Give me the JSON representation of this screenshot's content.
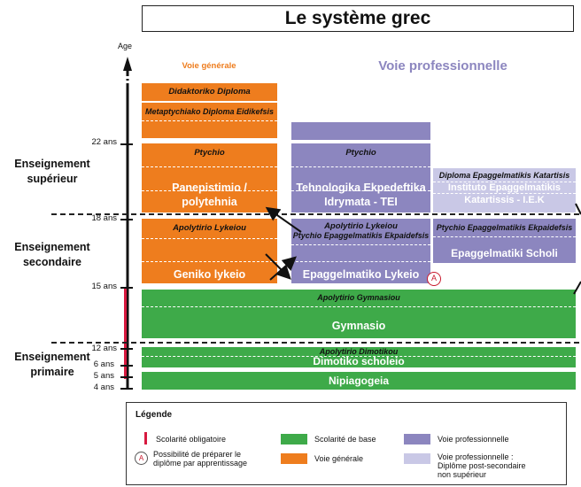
{
  "title": "Le système grec",
  "age_label": "Age",
  "headers": {
    "general": "Voie générale",
    "professional": "Voie professionnelle"
  },
  "levels": {
    "superieur": [
      "Enseignement",
      "supérieur"
    ],
    "secondaire": [
      "Enseignement",
      "secondaire"
    ],
    "primaire": [
      "Enseignement",
      "primaire"
    ]
  },
  "ages": [
    "22 ans",
    "18 ans",
    "15 ans",
    "12 ans",
    "6 ans",
    "5 ans",
    "4 ans"
  ],
  "general_track": {
    "didaktoriko": "Didaktoriko Diploma",
    "metaptychiako": "Metaptychiako Diploma Eidikefsis",
    "ptychio": "Ptychio",
    "panepistimio": [
      "Panepistimio /",
      "polytehnia"
    ],
    "apolytirio": "Apolytirio Lykeiou",
    "geniko": "Geniko lykeio"
  },
  "professional_track": {
    "ptychio": "Ptychio",
    "tei": [
      "Tehnologika Ekpedeftika",
      "Idrymata - TEI"
    ],
    "apolytirio": [
      "Apolytirio Lykeiou",
      "Ptychio Epaggelmatikis Ekpaidefsis"
    ],
    "epaggelmatiko": "Epaggelmatiko Lykeio",
    "apprentissage_mark": "A"
  },
  "post_secondary": {
    "diploma": "Diploma Epaggelmatikis Katartisis",
    "iek": [
      "Instituto Epaggelmatikis",
      "Katartissis - I.E.K"
    ],
    "ptychio": "Ptychio Epaggelmatikis Ekpaidefsis",
    "scholi": "Epaggelmatiki Scholi"
  },
  "gymnasium": {
    "cert": "Apolytirio Gymnasiou",
    "name": "Gymnasio"
  },
  "primary": {
    "cert": "Apolytirio Dimotikou",
    "name": "Dimotiko scholeio"
  },
  "preschool": "Nipiagogeia",
  "legend": {
    "title": "Légende",
    "items": {
      "obligatoire": "Scolarité obligatoire",
      "apprentissage": [
        "Possibilité de préparer le",
        "diplôme par apprentissage"
      ],
      "base": "Scolarité de base",
      "generale": "Voie générale",
      "professionnelle": "Voie professionnelle",
      "post_secondaire": [
        "Voie professionnelle :",
        "Diplôme post-secondaire",
        "non supérieur"
      ]
    }
  },
  "colors": {
    "general": "#ee7d1e",
    "professional": "#8c86bf",
    "post_secondary": "#c9c8e6",
    "basic": "#3eaa49",
    "compulsory": "#d7193f"
  }
}
